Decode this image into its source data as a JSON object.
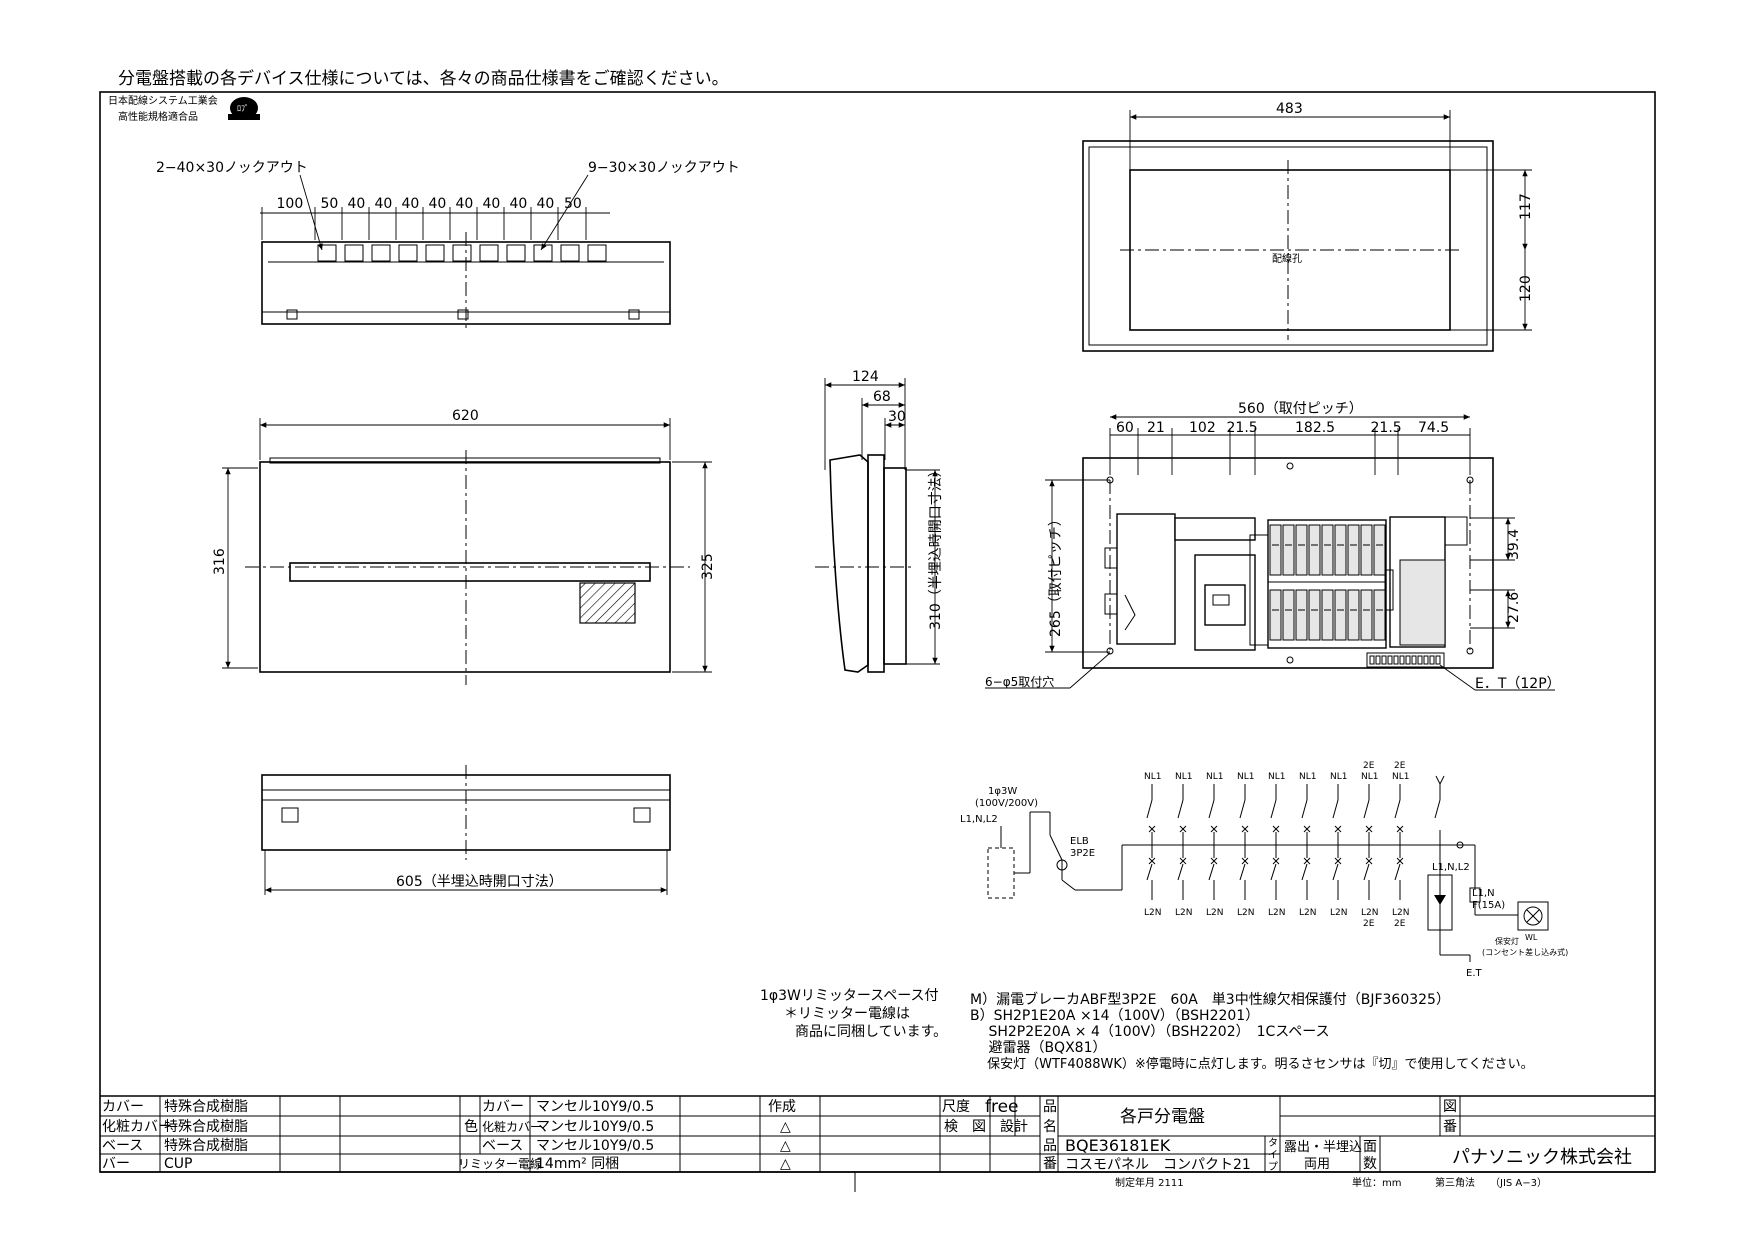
{
  "header": {
    "notice": "分電盤搭載の各デバイス仕様については、各々の商品仕様書をご確認ください。",
    "jssa_line1": "日本配線システム工業会",
    "jssa_line2": "高性能規格適合品"
  },
  "top_view": {
    "knockout_left": "2−40×30ノックアウト",
    "knockout_right": "9−30×30ノックアウト",
    "dims": [
      "100",
      "50",
      "40",
      "40",
      "40",
      "40",
      "40",
      "40",
      "40",
      "40",
      "50"
    ]
  },
  "front_view": {
    "width": "620",
    "height_left": "316",
    "height_right": "325"
  },
  "bottom_view": {
    "opening": "605（半埋込時開口寸法）"
  },
  "side_view": {
    "d1": "124",
    "d2": "68",
    "d3": "30",
    "opening": "310（半埋込時開口寸法）"
  },
  "rear_top": {
    "width": "483",
    "h1": "117",
    "h2": "120",
    "hole": "配線孔"
  },
  "internal": {
    "pitch": "560（取付ピッチ）",
    "dims": [
      "60",
      "21",
      "102",
      "21.5",
      "182.5",
      "21.5",
      "74.5"
    ],
    "v_pitch": "265（取付ピッチ）",
    "r1": "39.4",
    "r2": "27.6",
    "mount_holes": "6−φ5取付穴",
    "et": "E．T（12P）"
  },
  "schematic": {
    "supply": "1φ3W",
    "voltage": "(100V/200V)",
    "lines": "L1,N,L2",
    "elb": "ELB",
    "elb_type": "3P2E",
    "top_labels": [
      "NL1",
      "NL1",
      "NL1",
      "NL1",
      "NL1",
      "NL1",
      "NL1",
      "2E NL1",
      "2E NL1"
    ],
    "bottom_labels": [
      "L2N",
      "L2N",
      "L2N",
      "L2N",
      "L2N",
      "L2N",
      "L2N",
      "L2N 2E",
      "L2N 2E"
    ],
    "l1n_l2": "L1,N,L2",
    "l1n": "L1,N",
    "fuse": "F(15A)",
    "lamp": "WL",
    "lamp_note1": "保安灯",
    "lamp_note2": "(コンセント差し込み式)",
    "et": "E.T"
  },
  "notes": {
    "limiter1": "1φ3Wリミッタースペース付",
    "limiter2": "＊リミッター電線は",
    "limiter3": "商品に同梱しています。",
    "spec": [
      "M）漏電ブレーカABF型3P2E　60A　単3中性線欠相保護付（BJF360325）",
      "B）SH2P1E20A ×14（100V）（BSH2201）",
      "　 SH2P2E20A × 4（100V）（BSH2202）　1Cスペース",
      "　 避雷器（BQX81）",
      "　 保安灯（WTF4088WK）※停電時に点灯します。明るさセンサは『切』で使用してください。"
    ]
  },
  "title_block": {
    "materials": [
      {
        "part": "カバー",
        "mat": "特殊合成樹脂"
      },
      {
        "part": "化粧カバー",
        "mat": "特殊合成樹脂"
      },
      {
        "part": "ベース",
        "mat": "特殊合成樹脂"
      },
      {
        "part": "バー",
        "mat": "CUP"
      }
    ],
    "color_label": "色",
    "colors": [
      {
        "part": "カバー",
        "val": "マンセル10Y9/0.5"
      },
      {
        "part": "化粧カバー",
        "val": "マンセル10Y9/0.5"
      },
      {
        "part": "ベース",
        "val": "マンセル10Y9/0.5"
      }
    ],
    "limiter_wire_label": "リミッター電線",
    "limiter_wire_val": "14mm² 同梱",
    "create": "作成",
    "triangle": "△",
    "scale_label": "尺度",
    "scale_val": "free",
    "check": "検　図",
    "design": "設計",
    "hinmei_1": "品",
    "hinmei_2": "名",
    "hinmei": "各戸分電盤",
    "hinban_1": "品",
    "hinban_2": "番",
    "model": "BQE36181EK",
    "series": "コスモパネル　コンパクト21",
    "type_1": "タ",
    "type_2": "イ",
    "type_3": "プ",
    "type_val1": "露出・半埋込",
    "type_val2": "両用",
    "men_1": "面",
    "men_2": "数",
    "zu_1": "図",
    "zu_2": "番",
    "company": "パナソニック株式会社",
    "made_date": "制定年月 2111",
    "unit": "単位：mm",
    "angle": "第三角法",
    "jis": "（JIS A−3）"
  }
}
